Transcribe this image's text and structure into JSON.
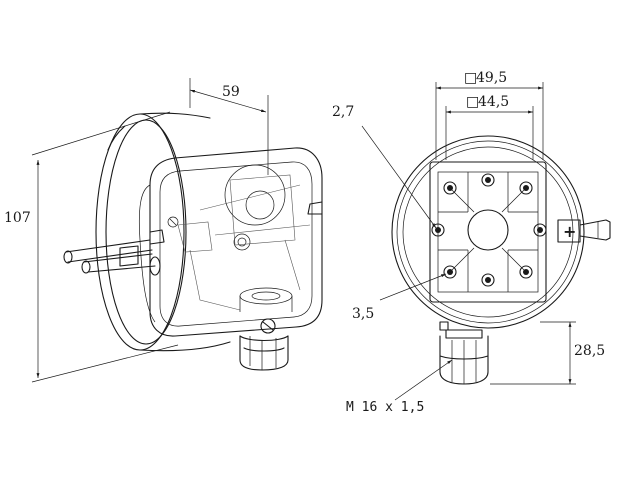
{
  "side_view": {
    "dim_width": "59",
    "dim_height": "107"
  },
  "front_view": {
    "dim_outer_square": "49,5",
    "dim_inner_square": "44,5",
    "dim_hole_small": "2,7",
    "dim_hole_large": "3,5",
    "dim_gland_offset": "28,5",
    "thread_label": "M 16 x 1,5",
    "square_symbol": "□",
    "plus_label": "+"
  }
}
